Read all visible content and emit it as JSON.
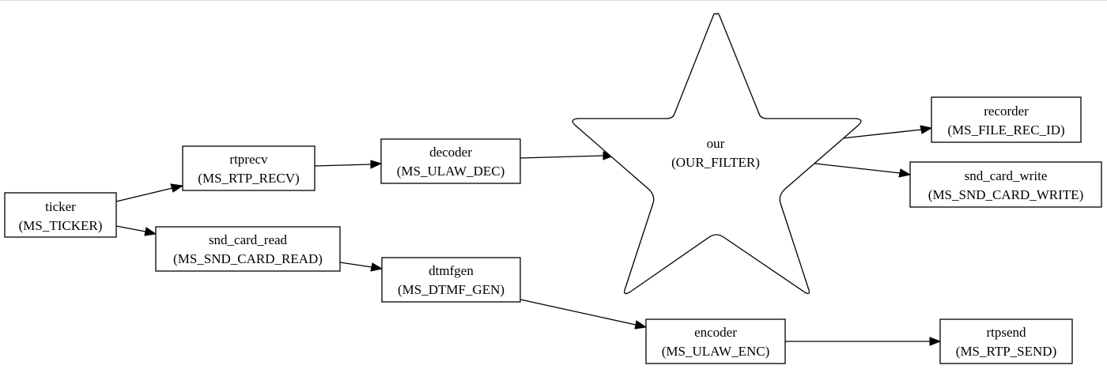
{
  "diagram": {
    "nodes": [
      {
        "id": "ticker",
        "name": "ticker",
        "type": "MS_TICKER"
      },
      {
        "id": "rtprecv",
        "name": "rtprecv",
        "type": "MS_RTP_RECV"
      },
      {
        "id": "snd_card_read",
        "name": "snd_card_read",
        "type": "MS_SND_CARD_READ"
      },
      {
        "id": "decoder",
        "name": "decoder",
        "type": "MS_ULAW_DEC"
      },
      {
        "id": "dtmfgen",
        "name": "dtmfgen",
        "type": "MS_DTMF_GEN"
      },
      {
        "id": "our",
        "name": "our",
        "type": "OUR_FILTER",
        "shape": "star"
      },
      {
        "id": "encoder",
        "name": "encoder",
        "type": "MS_ULAW_ENC"
      },
      {
        "id": "recorder",
        "name": "recorder",
        "type": "MS_FILE_REC_ID"
      },
      {
        "id": "snd_card_write",
        "name": "snd_card_write",
        "type": "MS_SND_CARD_WRITE"
      },
      {
        "id": "rtpsend",
        "name": "rtpsend",
        "type": "MS_RTP_SEND"
      }
    ],
    "edges": [
      {
        "from": "ticker",
        "to": "rtprecv"
      },
      {
        "from": "ticker",
        "to": "snd_card_read"
      },
      {
        "from": "rtprecv",
        "to": "decoder"
      },
      {
        "from": "snd_card_read",
        "to": "dtmfgen"
      },
      {
        "from": "decoder",
        "to": "our"
      },
      {
        "from": "dtmfgen",
        "to": "encoder"
      },
      {
        "from": "our",
        "to": "recorder"
      },
      {
        "from": "our",
        "to": "snd_card_write"
      },
      {
        "from": "encoder",
        "to": "rtpsend"
      }
    ]
  }
}
